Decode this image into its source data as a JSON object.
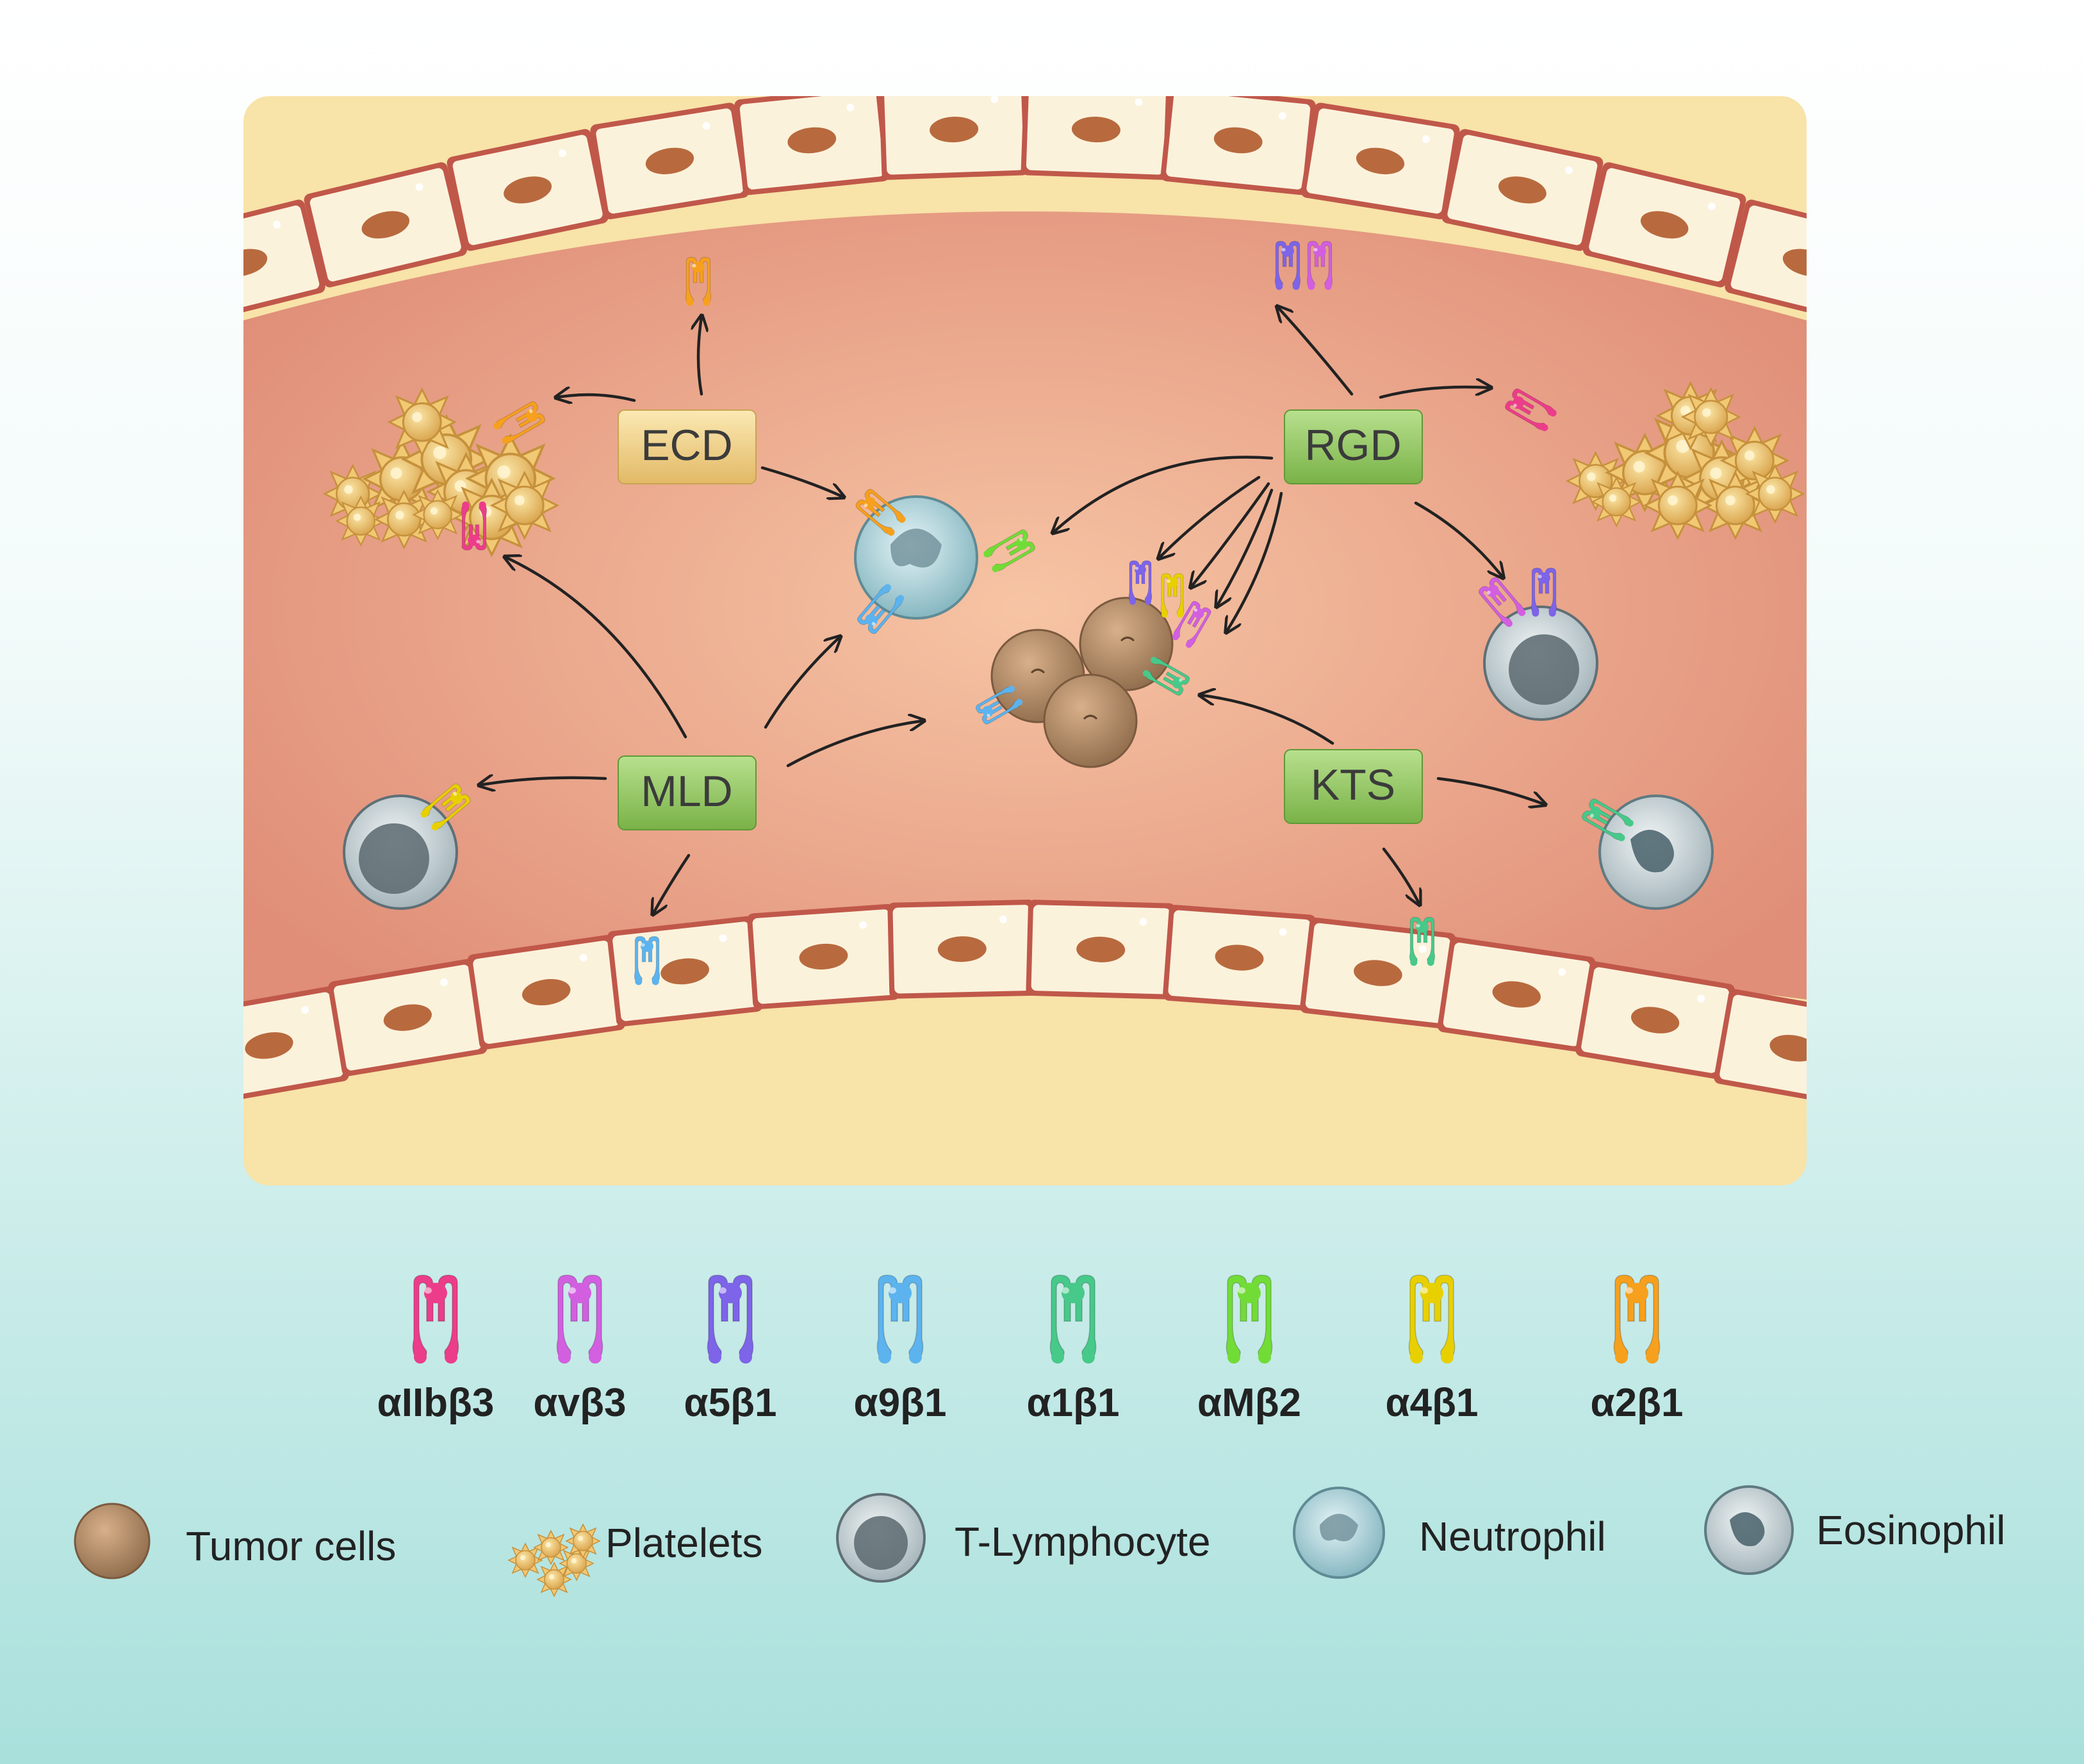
{
  "colors": {
    "background_top": "#ffffff",
    "background_bottom": "#a9e0dc",
    "vessel_lumen": "#e6957f",
    "vessel_lumen_light": "#f6c4a4",
    "endothelial_cell": "#fbf2dc",
    "cell_border": "#c0584a",
    "nucleus": "#b86a3e",
    "tissue": "#f8e3a8",
    "motif_box_yellow": "#eac778",
    "motif_box_green": "#8fc75a",
    "motif_text": "#3b3b3b",
    "arrow": "#222222",
    "legend_text": "#222222"
  },
  "motifs": {
    "ecd": "ECD",
    "rgd": "RGD",
    "mld": "MLD",
    "kts": "KTS"
  },
  "integrin_legend": [
    {
      "key": "aIIbb3",
      "label": "αIIbβ3",
      "color": "#ec3d8a",
      "icon": "integrin-receptor-icon"
    },
    {
      "key": "avb3",
      "label": "αvβ3",
      "color": "#d25fe0",
      "icon": "integrin-receptor-icon"
    },
    {
      "key": "a5b1",
      "label": "α5β1",
      "color": "#7d64e8",
      "icon": "integrin-receptor-icon"
    },
    {
      "key": "a9b1",
      "label": "α9β1",
      "color": "#5cb3ee",
      "icon": "integrin-receptor-icon"
    },
    {
      "key": "a1b1",
      "label": "α1β1",
      "color": "#47c98a",
      "icon": "integrin-receptor-icon"
    },
    {
      "key": "aMb2",
      "label": "αMβ2",
      "color": "#72dc37",
      "icon": "integrin-receptor-icon"
    },
    {
      "key": "a4b1",
      "label": "α4β1",
      "color": "#e8d000",
      "icon": "integrin-receptor-icon"
    },
    {
      "key": "a2b1",
      "label": "α2β1",
      "color": "#f6a01e",
      "icon": "integrin-receptor-icon"
    }
  ],
  "cell_legend": [
    {
      "key": "tumor",
      "label": "Tumor cells",
      "icon": "tumor-cell-icon"
    },
    {
      "key": "platelets",
      "label": "Platelets",
      "icon": "platelet-cluster-icon"
    },
    {
      "key": "tlymph",
      "label": "T-Lymphocyte",
      "icon": "t-lymphocyte-icon"
    },
    {
      "key": "neutrophil",
      "label": "Neutrophil",
      "icon": "neutrophil-icon"
    },
    {
      "key": "eosinophil",
      "label": "Eosinophil",
      "icon": "eosinophil-icon"
    }
  ]
}
